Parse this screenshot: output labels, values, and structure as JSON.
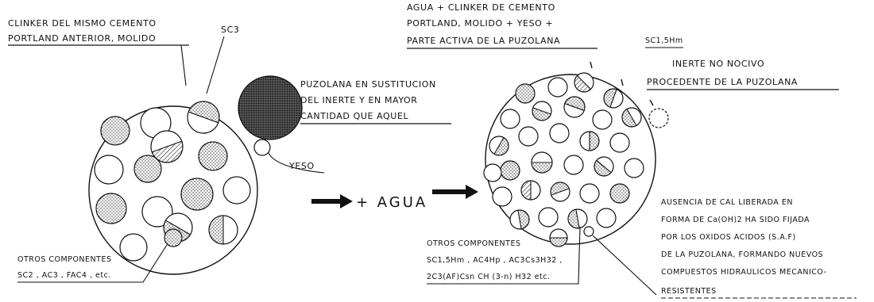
{
  "left": {
    "title": [
      "CLINKER DEL MISMO CEMENTO",
      "PORTLAND ANTERIOR, MOLIDO"
    ],
    "sc3_label": "SC3",
    "puzolana": [
      "PUZOLANA EN SUSTITUCION",
      "DEL INERTE Y EN MAYOR",
      "CANTIDAD QUE AQUEL"
    ],
    "yeso": "YESO",
    "otros": [
      "OTROS COMPONENTES",
      "SC2 , AC3 , FAC4 , etc."
    ]
  },
  "middle": {
    "agua": "+ AGUA"
  },
  "right": {
    "title": [
      "AGUA + CLINKER DE CEMENTO",
      "PORTLAND, MOLIDO + YESO +",
      "PARTE ACTIVA DE LA PUZOLANA"
    ],
    "sc15hm": "SC1,5Hm",
    "inerte": [
      "INERTE NO NOCIVO",
      "PROCEDENTE DE LA PUZOLANA"
    ],
    "otros": [
      "OTROS COMPONENTES",
      "SC1,5Hm , AC4Hp , AC3Cs3H32 ,",
      "2C3(AF)Csn CH (3-n) H32 etc."
    ],
    "ausencia": [
      "AUSENCIA DE CAL LIBERADA EN",
      "FORMA DE Ca(OH)2 HA SIDO FIJADA",
      "POR LOS OXIDOS ACIDOS (S.A.F)",
      "DE LA PUZOLANA, FORMANDO NUEVOS",
      "COMPUESTOS HIDRAULICOS MECANICO-",
      "RESISTENTES"
    ]
  }
}
